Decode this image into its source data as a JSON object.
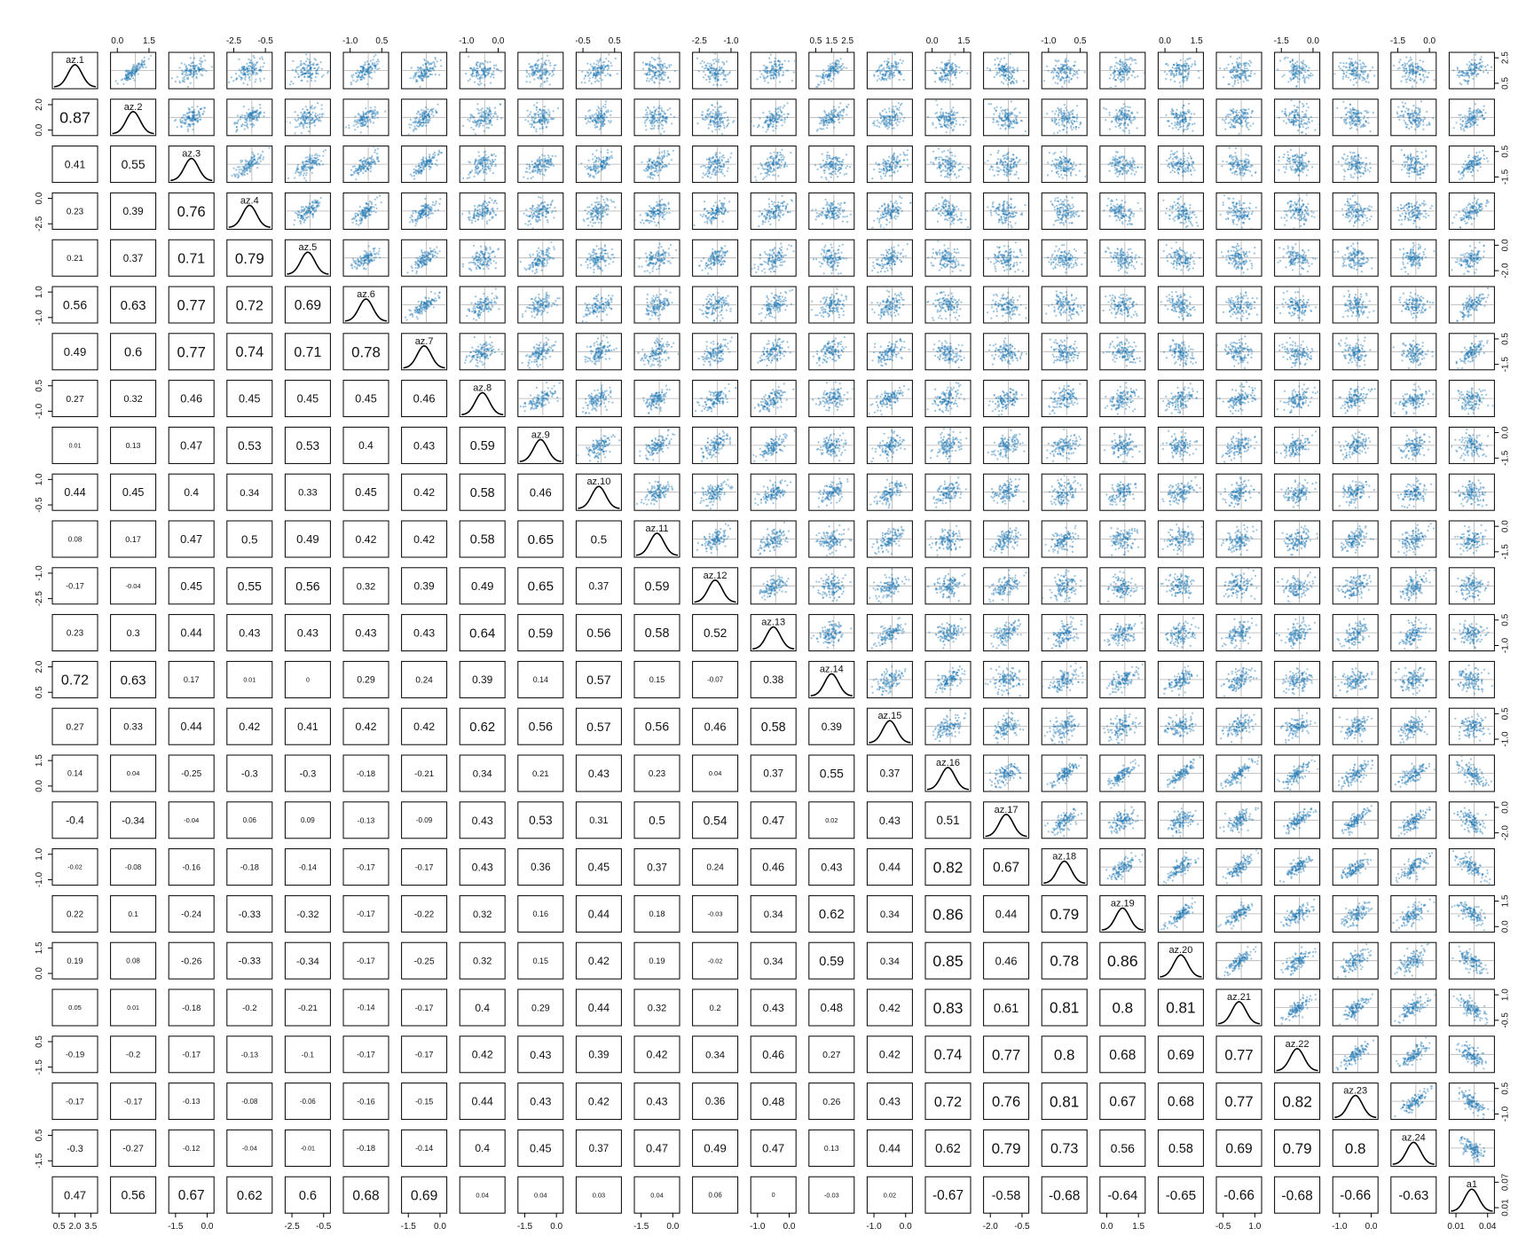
{
  "chart_data": {
    "type": "scatter",
    "variables": [
      "az.1",
      "az.2",
      "az.3",
      "az.4",
      "az.5",
      "az.6",
      "az.7",
      "az.8",
      "az.9",
      "az.10",
      "az.11",
      "az.12",
      "az.13",
      "az.14",
      "az.15",
      "az.16",
      "az.17",
      "az.18",
      "az.19",
      "az.20",
      "az.21",
      "az.22",
      "az.23",
      "az.24",
      "a1"
    ],
    "correlations": [
      [
        0.87
      ],
      [
        0.41,
        0.55
      ],
      [
        0.23,
        0.39,
        0.76
      ],
      [
        0.21,
        0.37,
        0.71,
        0.79
      ],
      [
        0.56,
        0.63,
        0.77,
        0.72,
        0.69
      ],
      [
        0.49,
        0.6,
        0.77,
        0.74,
        0.71,
        0.78
      ],
      [
        0.27,
        0.32,
        0.46,
        0.45,
        0.45,
        0.45,
        0.46
      ],
      [
        0.01,
        0.13,
        0.47,
        0.53,
        0.53,
        0.4,
        0.43,
        0.59
      ],
      [
        0.44,
        0.45,
        0.4,
        0.34,
        0.33,
        0.45,
        0.42,
        0.58,
        0.46
      ],
      [
        0.08,
        0.17,
        0.47,
        0.5,
        0.49,
        0.42,
        0.42,
        0.58,
        0.65,
        0.5
      ],
      [
        -0.17,
        -0.04,
        0.45,
        0.55,
        0.56,
        0.32,
        0.39,
        0.49,
        0.65,
        0.37,
        0.59
      ],
      [
        0.23,
        0.3,
        0.44,
        0.43,
        0.43,
        0.43,
        0.43,
        0.64,
        0.59,
        0.56,
        0.58,
        0.52
      ],
      [
        0.72,
        0.63,
        0.17,
        0.01,
        0,
        0.29,
        0.24,
        0.39,
        0.14,
        0.57,
        0.15,
        -0.07,
        0.38
      ],
      [
        0.27,
        0.33,
        0.44,
        0.42,
        0.41,
        0.42,
        0.42,
        0.62,
        0.56,
        0.57,
        0.56,
        0.46,
        0.58,
        0.39
      ],
      [
        0.14,
        0.04,
        -0.25,
        -0.3,
        -0.3,
        -0.18,
        -0.21,
        0.34,
        0.21,
        0.43,
        0.23,
        0.04,
        0.37,
        0.55,
        0.37
      ],
      [
        -0.4,
        -0.34,
        -0.04,
        0.06,
        0.09,
        -0.13,
        -0.09,
        0.43,
        0.53,
        0.31,
        0.5,
        0.54,
        0.47,
        0.02,
        0.43,
        0.51
      ],
      [
        -0.02,
        -0.08,
        -0.16,
        -0.18,
        -0.14,
        -0.17,
        -0.17,
        0.43,
        0.36,
        0.45,
        0.37,
        0.24,
        0.46,
        0.43,
        0.44,
        0.82,
        0.67
      ],
      [
        0.22,
        0.1,
        -0.24,
        -0.33,
        -0.32,
        -0.17,
        -0.22,
        0.32,
        0.16,
        0.44,
        0.18,
        -0.03,
        0.34,
        0.62,
        0.34,
        0.86,
        0.44,
        0.79
      ],
      [
        0.19,
        0.08,
        -0.26,
        -0.33,
        -0.34,
        -0.17,
        -0.25,
        0.32,
        0.15,
        0.42,
        0.19,
        -0.02,
        0.34,
        0.59,
        0.34,
        0.85,
        0.46,
        0.78,
        0.86
      ],
      [
        0.05,
        0.01,
        -0.18,
        -0.2,
        -0.21,
        -0.14,
        -0.17,
        0.4,
        0.29,
        0.44,
        0.32,
        0.2,
        0.43,
        0.48,
        0.42,
        0.83,
        0.61,
        0.81,
        0.8,
        0.81
      ],
      [
        -0.19,
        -0.2,
        -0.17,
        -0.13,
        -0.1,
        -0.17,
        -0.17,
        0.42,
        0.43,
        0.39,
        0.42,
        0.34,
        0.46,
        0.27,
        0.42,
        0.74,
        0.77,
        0.8,
        0.68,
        0.69,
        0.77
      ],
      [
        -0.17,
        -0.17,
        -0.13,
        -0.08,
        -0.06,
        -0.16,
        -0.15,
        0.44,
        0.43,
        0.42,
        0.43,
        0.36,
        0.48,
        0.26,
        0.43,
        0.72,
        0.76,
        0.81,
        0.67,
        0.68,
        0.77,
        0.82
      ],
      [
        -0.3,
        -0.27,
        -0.12,
        -0.04,
        -0.01,
        -0.18,
        -0.14,
        0.4,
        0.45,
        0.37,
        0.47,
        0.49,
        0.47,
        0.13,
        0.44,
        0.62,
        0.79,
        0.73,
        0.56,
        0.58,
        0.69,
        0.79,
        0.8
      ],
      [
        0.47,
        0.56,
        0.67,
        0.62,
        0.6,
        0.68,
        0.69,
        0.04,
        0.04,
        0.03,
        0.04,
        0.06,
        0,
        -0.03,
        0.02,
        -0.67,
        -0.58,
        -0.68,
        -0.64,
        -0.65,
        -0.66,
        -0.68,
        -0.66,
        -0.63
      ]
    ],
    "top_ticks": [
      {
        "col": 1,
        "labels": [
          "0.0",
          "1.5"
        ]
      },
      {
        "col": 3,
        "labels": [
          "-2.5",
          "-0.5"
        ]
      },
      {
        "col": 5,
        "labels": [
          "-1.0",
          "0.5"
        ]
      },
      {
        "col": 7,
        "labels": [
          "-1.0",
          "0.0"
        ]
      },
      {
        "col": 9,
        "labels": [
          "-0.5",
          "0.5"
        ]
      },
      {
        "col": 11,
        "labels": [
          "-2.5",
          "-1.0"
        ]
      },
      {
        "col": 13,
        "labels": [
          "0.5",
          "1.5",
          "2.5"
        ]
      },
      {
        "col": 15,
        "labels": [
          "0.0",
          "1.5"
        ]
      },
      {
        "col": 17,
        "labels": [
          "-1.0",
          "0.5"
        ]
      },
      {
        "col": 19,
        "labels": [
          "0.0",
          "1.5"
        ]
      },
      {
        "col": 21,
        "labels": [
          "-1.5",
          "0.0"
        ]
      },
      {
        "col": 23,
        "labels": [
          "-1.5",
          "0.0"
        ]
      }
    ],
    "bottom_ticks": [
      {
        "col": 0,
        "labels": [
          "0.5",
          "2.0",
          "3.5"
        ]
      },
      {
        "col": 2,
        "labels": [
          "-1.5",
          "0.0"
        ]
      },
      {
        "col": 4,
        "labels": [
          "-2.5",
          "-0.5"
        ]
      },
      {
        "col": 6,
        "labels": [
          "-1.5",
          "0.0"
        ]
      },
      {
        "col": 8,
        "labels": [
          "-1.5",
          "0.0"
        ]
      },
      {
        "col": 10,
        "labels": [
          "-1.5",
          "0.0"
        ]
      },
      {
        "col": 12,
        "labels": [
          "-1.0",
          "0.0"
        ]
      },
      {
        "col": 14,
        "labels": [
          "-1.0",
          "0.0"
        ]
      },
      {
        "col": 16,
        "labels": [
          "-2.0",
          "-0.5"
        ]
      },
      {
        "col": 18,
        "labels": [
          "0.0",
          "1.5"
        ]
      },
      {
        "col": 20,
        "labels": [
          "-0.5",
          "1.0"
        ]
      },
      {
        "col": 22,
        "labels": [
          "-1.0",
          "0.0"
        ]
      },
      {
        "col": 24,
        "labels": [
          "0.01",
          "0.04"
        ]
      }
    ],
    "left_ticks": [
      {
        "row": 1,
        "labels": [
          "0.0",
          "2.0"
        ]
      },
      {
        "row": 3,
        "labels": [
          "-2.5",
          "0.0"
        ]
      },
      {
        "row": 5,
        "labels": [
          "-1.0",
          "1.0"
        ]
      },
      {
        "row": 7,
        "labels": [
          "-1.0",
          "0.5"
        ]
      },
      {
        "row": 9,
        "labels": [
          "-0.5",
          "1.0"
        ]
      },
      {
        "row": 11,
        "labels": [
          "-2.5",
          "-1.0"
        ]
      },
      {
        "row": 13,
        "labels": [
          "0.5",
          "2.0"
        ]
      },
      {
        "row": 15,
        "labels": [
          "0.0",
          "1.5"
        ]
      },
      {
        "row": 17,
        "labels": [
          "-1.0",
          "1.0"
        ]
      },
      {
        "row": 19,
        "labels": [
          "0.0",
          "1.5"
        ]
      },
      {
        "row": 21,
        "labels": [
          "-1.5",
          "0.5"
        ]
      },
      {
        "row": 23,
        "labels": [
          "-1.5",
          "0.5"
        ]
      }
    ],
    "right_ticks": [
      {
        "row": 0,
        "labels": [
          "0.5",
          "2.5"
        ]
      },
      {
        "row": 2,
        "labels": [
          "-1.5",
          "0.5"
        ]
      },
      {
        "row": 4,
        "labels": [
          "-2.0",
          "0.0"
        ]
      },
      {
        "row": 6,
        "labels": [
          "-1.5",
          "0.5"
        ]
      },
      {
        "row": 8,
        "labels": [
          "-1.5",
          "0.0"
        ]
      },
      {
        "row": 10,
        "labels": [
          "-1.5",
          "0.0"
        ]
      },
      {
        "row": 12,
        "labels": [
          "-1.0",
          "0.5"
        ]
      },
      {
        "row": 14,
        "labels": [
          "-1.0",
          "0.5"
        ]
      },
      {
        "row": 16,
        "labels": [
          "-2.0",
          "0.0"
        ]
      },
      {
        "row": 18,
        "labels": [
          "0.0",
          "1.5"
        ]
      },
      {
        "row": 20,
        "labels": [
          "-0.5",
          "1.0"
        ]
      },
      {
        "row": 22,
        "labels": [
          "-1.0",
          "0.5"
        ]
      },
      {
        "row": 24,
        "labels": [
          "0.01",
          "0.07"
        ]
      }
    ],
    "point_color": "#1f77b4",
    "frame_color": "#000000",
    "reference_line_color": "#b0b0b0"
  }
}
